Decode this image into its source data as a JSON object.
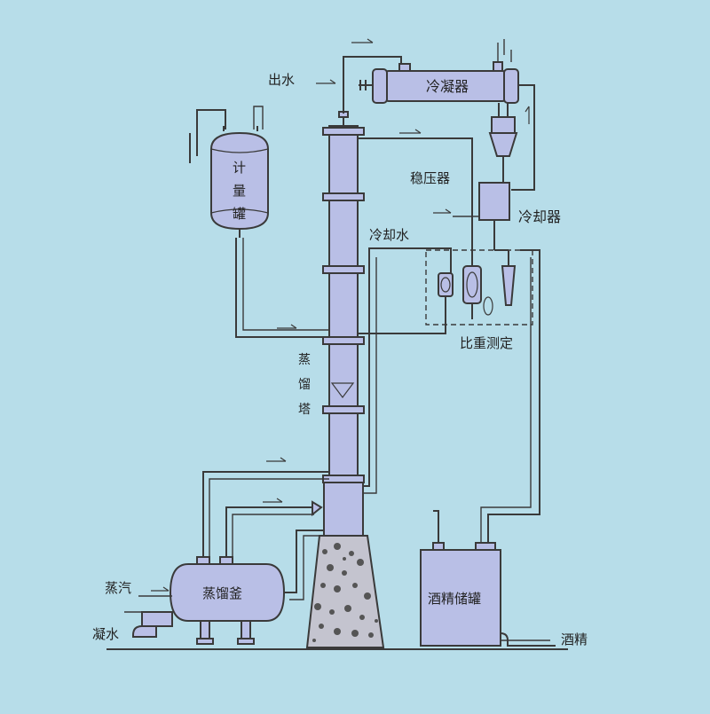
{
  "labels": {
    "outlet_water": "出水",
    "condenser": "冷凝器",
    "stabilizer": "稳压器",
    "cooler": "冷却器",
    "cooling_water": "冷却水",
    "gravity_measure": "比重测定",
    "meter_tank": [
      "计",
      "量",
      "罐"
    ],
    "still_tower": [
      "蒸",
      "馏",
      "塔"
    ],
    "still_kettle": "蒸馏釜",
    "steam": "蒸汽",
    "condensate": "凝水",
    "alcohol_tank": "酒精储罐",
    "alcohol": "酒精"
  },
  "colors": {
    "background": "#b7dde9",
    "vessel_fill": "#b9bfe6",
    "line": "#3a3a3a"
  }
}
